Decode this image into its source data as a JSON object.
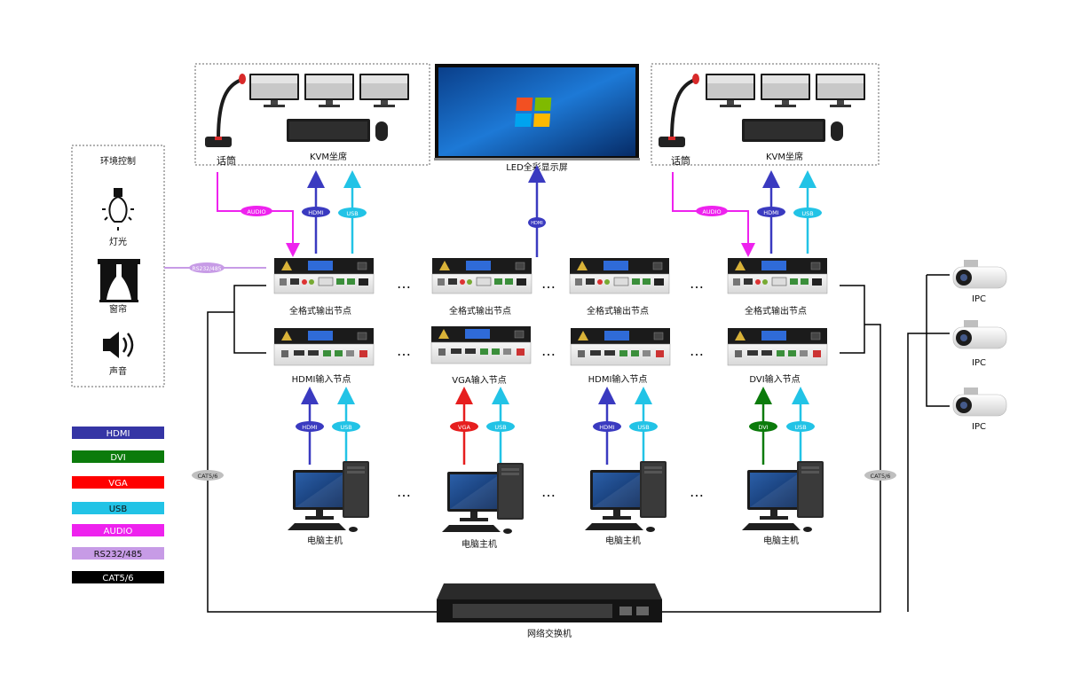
{
  "zones": {
    "left_seat": {
      "mic_label": "话筒",
      "kvm_label": "KVM坐席"
    },
    "right_seat": {
      "mic_label": "话筒",
      "kvm_label": "KVM坐席"
    },
    "led": {
      "label": "LED全彩显示屏"
    },
    "env": {
      "title": "环境控制",
      "light": "灯光",
      "curtain": "窗帘",
      "sound": "声音"
    },
    "ipc": [
      "IPC",
      "IPC",
      "IPC"
    ],
    "switch_label": "网络交换机"
  },
  "nodes": {
    "output": [
      "全格式输出节点",
      "全格式输出节点",
      "全格式输出节点",
      "全格式输出节点"
    ],
    "input": [
      "HDMI输入节点",
      "VGA输入节点",
      "HDMI输入节点",
      "DVI输入节点"
    ],
    "pc": [
      "电脑主机",
      "电脑主机",
      "电脑主机",
      "电脑主机"
    ]
  },
  "tags": {
    "audio": "AUDIO",
    "hdmi_upper": "HDMI",
    "usb": "USB",
    "rs232": "RS232/485",
    "led_hdmi": "HDMI",
    "cat_left": "CAT5/6",
    "cat_right": "CAT5/6",
    "in_video": [
      "HDMI",
      "VGA",
      "HDMI",
      "DVI"
    ],
    "in_usb": [
      "USB",
      "USB",
      "USB",
      "USB"
    ]
  },
  "ellipsis": "…",
  "legend": [
    {
      "label": "HDMI",
      "color": "#3535a5",
      "text": "#ffffff"
    },
    {
      "label": "DVI",
      "color": "#0b7b0b",
      "text": "#ffffff"
    },
    {
      "label": "VGA",
      "color": "#ff0000",
      "text": "#ffffff"
    },
    {
      "label": "USB",
      "color": "#22c3e6",
      "text": "#111111"
    },
    {
      "label": "AUDIO",
      "color": "#ee22ee",
      "text": "#ffffff"
    },
    {
      "label": "RS232/485",
      "color": "#c79be6",
      "text": "#111111"
    },
    {
      "label": "CAT5/6",
      "color": "#000000",
      "text": "#ffffff"
    }
  ],
  "colors": {
    "hdmi": "#3a3ac0",
    "usb": "#22c3e6",
    "vga": "#e61e1e",
    "dvi": "#0b7b0b",
    "audio": "#ee22ee",
    "rs232": "#c79be6",
    "cat": "#000000"
  }
}
